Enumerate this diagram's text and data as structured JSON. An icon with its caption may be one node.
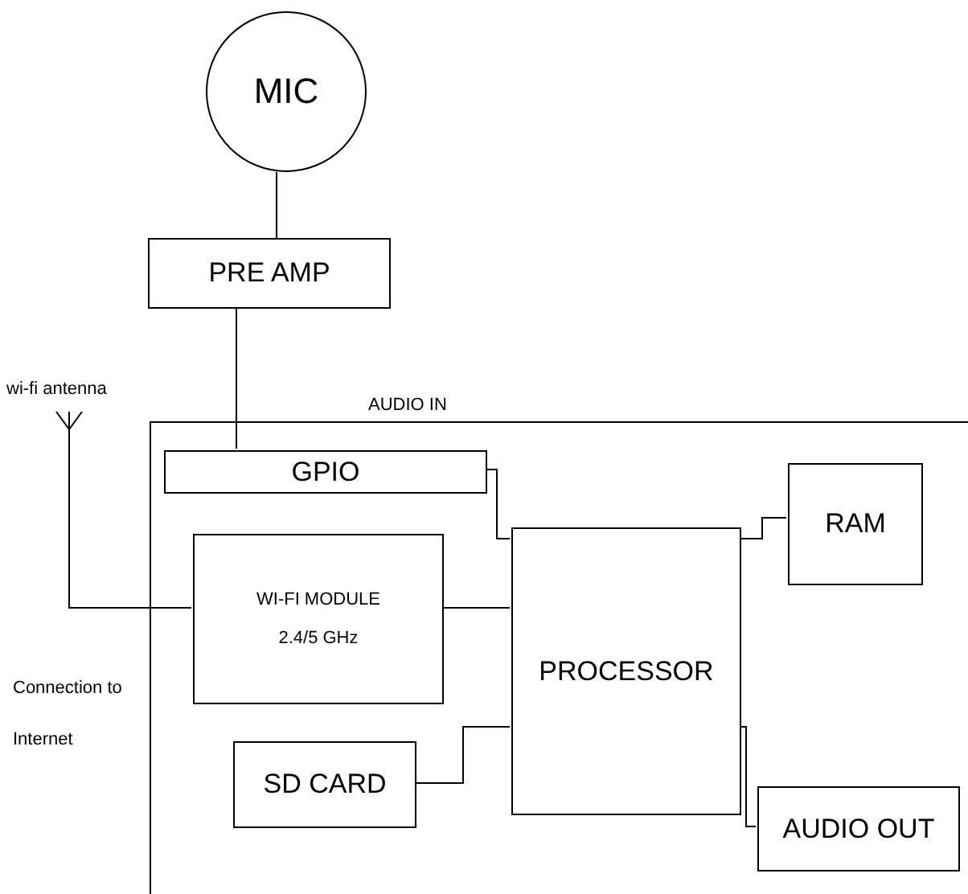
{
  "diagram": {
    "nodes": [
      {
        "text": [
          "MIC"
        ]
      },
      {
        "text": [
          "PRE AMP"
        ]
      },
      {
        "text": [],
        "shape": "picture"
      },
      {
        "text": [],
        "shape": "box"
      },
      {
        "text": [
          "GPIO"
        ],
        "in": 3
      },
      {
        "text": [
          "WI-FI MODULE",
          "2.4/5 GHz"
        ],
        "in": 3
      },
      {
        "text": [
          "PROCESSOR"
        ],
        "in": 3
      },
      {
        "text": [
          "RAM"
        ],
        "in": 3
      },
      {
        "text": [
          "SD CARD"
        ],
        "in": 3
      },
      {
        "text": [
          "AUDIO OUT"
        ],
        "in": 3
      }
    ],
    "edges": [
      {
        "from": 0,
        "to": 1,
        "arrow": "none"
      },
      {
        "from": 1,
        "to": 4,
        "arrow": "none"
      },
      {
        "from": 2,
        "to": 5,
        "arrow": "none"
      },
      {
        "from": 4,
        "to": 6,
        "arrow": "none"
      },
      {
        "from": 5,
        "to": 6,
        "arrow": "none"
      },
      {
        "from": 6,
        "to": 7,
        "arrow": "none"
      },
      {
        "from": 8,
        "to": 6,
        "arrow": "none"
      },
      {
        "from": 6,
        "to": 9,
        "arrow": "none"
      }
    ],
    "labels": [
      "wi-fi antenna",
      "AUDIO IN",
      "Connection to Internet"
    ]
  }
}
